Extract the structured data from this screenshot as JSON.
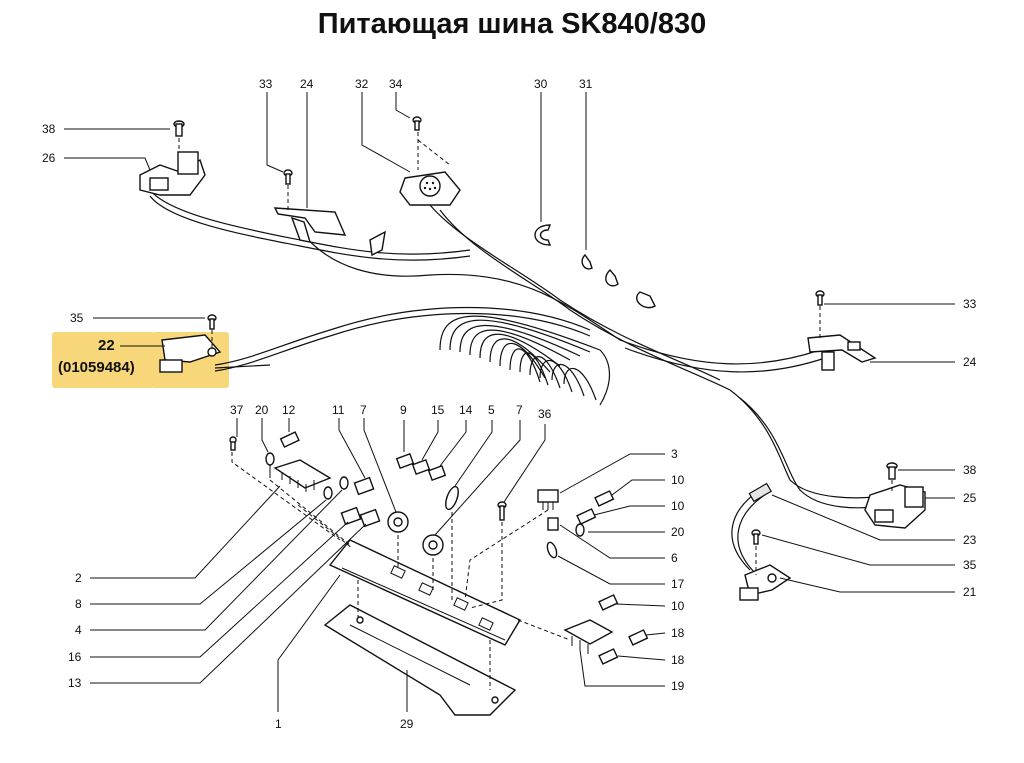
{
  "title": "Питающая шина SK840/830",
  "highlight": {
    "code": "(01059484)",
    "color": "#f7d77a"
  },
  "callouts": {
    "c38a": "38",
    "c26": "26",
    "c33a": "33",
    "c24a": "24",
    "c32": "32",
    "c34": "34",
    "c30": "30",
    "c31": "31",
    "c35a": "35",
    "c22": "22",
    "c33b": "33",
    "c24b": "24",
    "c37": "37",
    "c20a": "20",
    "c12": "12",
    "c11": "11",
    "c7a": "7",
    "c9": "9",
    "c15": "15",
    "c14": "14",
    "c5": "5",
    "c7b": "7",
    "c36": "36",
    "c3": "3",
    "c10a": "10",
    "c10b": "10",
    "c20b": "20",
    "c6": "6",
    "c17": "17",
    "c10c": "10",
    "c18a": "18",
    "c18b": "18",
    "c19": "19",
    "c38b": "38",
    "c25": "25",
    "c23": "23",
    "c35b": "35",
    "c21": "21",
    "c2": "2",
    "c8": "8",
    "c4": "4",
    "c16": "16",
    "c13": "13",
    "c1": "1",
    "c29": "29"
  }
}
